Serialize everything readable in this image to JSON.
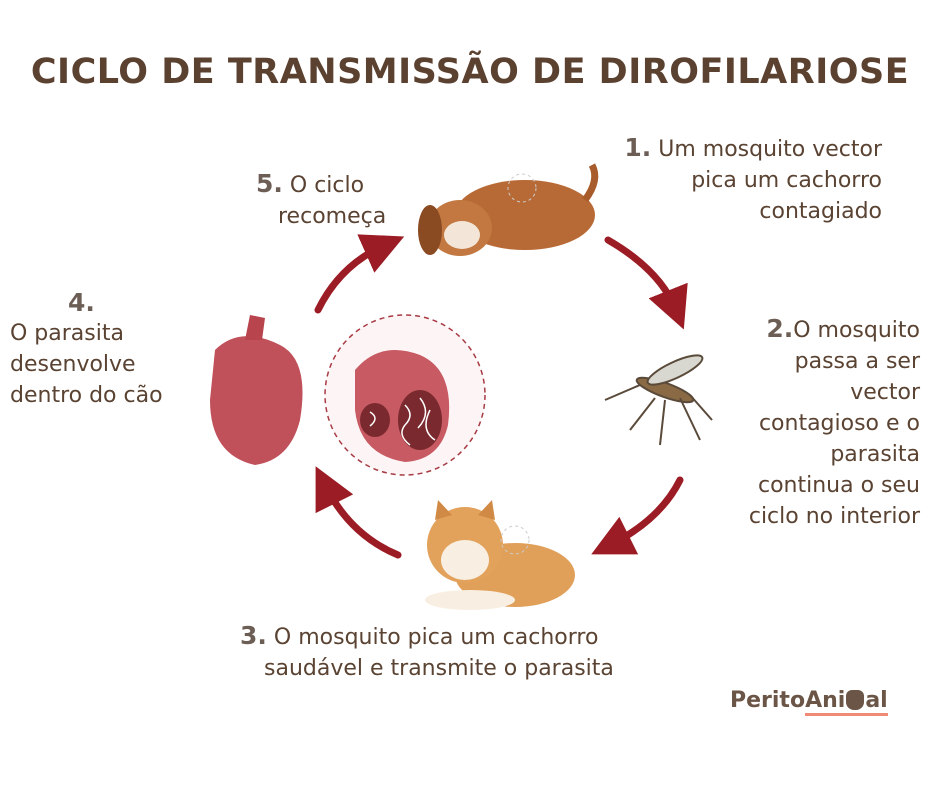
{
  "title": "CICLO DE TRANSMISSÃO DE DIROFILARIOSE",
  "steps": [
    {
      "num": "1.",
      "lines": [
        "Um mosquito vector",
        "pica um cachorro",
        "contagiado"
      ]
    },
    {
      "num": "2.",
      "lines": [
        "O mosquito",
        "passa a ser",
        "vector",
        "contagioso e o",
        "parasita",
        "continua o seu",
        "ciclo no interior"
      ]
    },
    {
      "num": "3.",
      "lines": [
        "O mosquito pica um cachorro",
        "saudável e transmite o parasita"
      ]
    },
    {
      "num": "4.",
      "lines": [
        "O parasita",
        "desenvolve",
        "dentro do cão"
      ]
    },
    {
      "num": "5.",
      "lines": [
        "O ciclo",
        "recomeça"
      ]
    }
  ],
  "logo": {
    "part1": "Perito",
    "part2": "Ani",
    "part3": "al"
  },
  "colors": {
    "arrow": "#9b1c24",
    "text": "#5a4332"
  }
}
